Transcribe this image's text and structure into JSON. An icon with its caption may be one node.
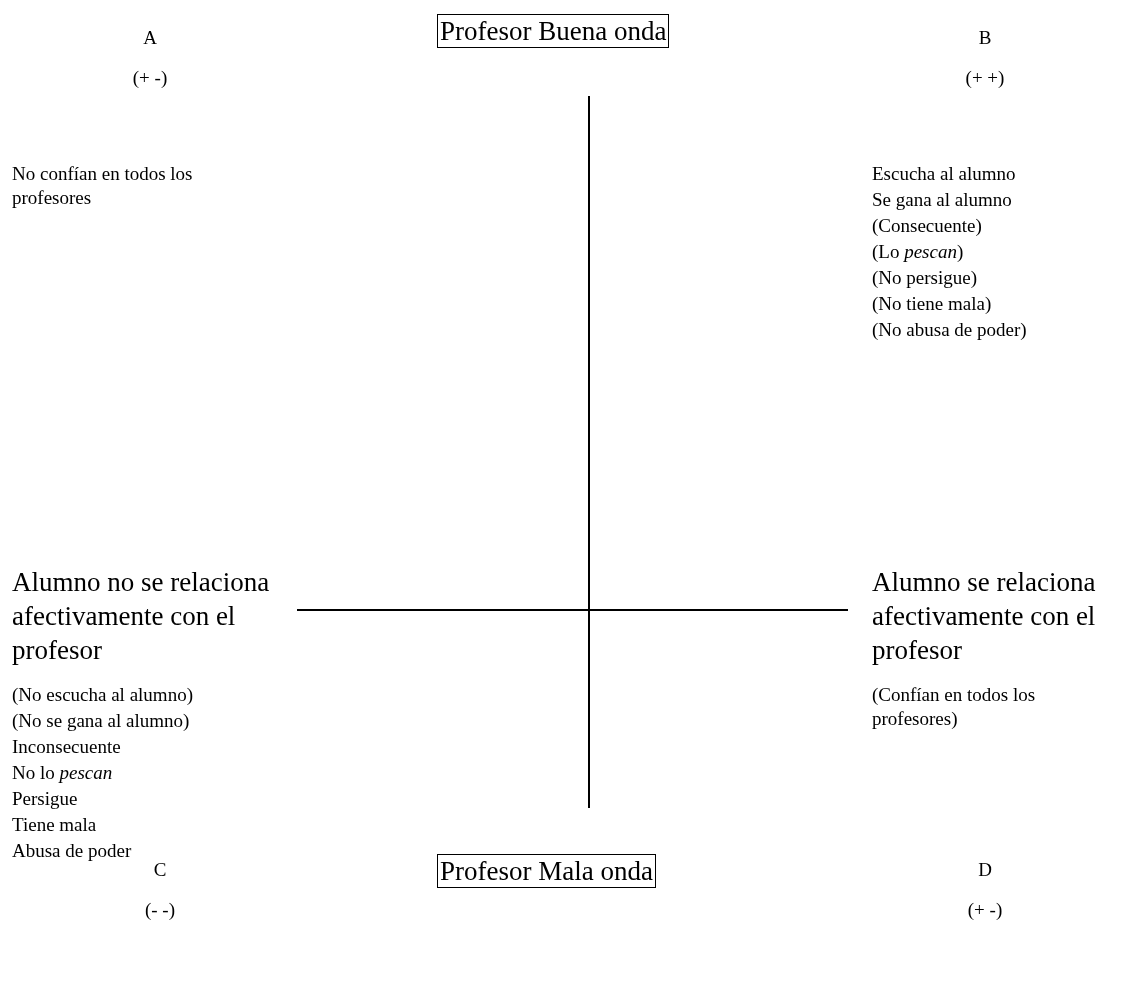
{
  "diagram": {
    "nodes": [
      {
        "text": [
          "Profesor Buena onda"
        ]
      },
      {
        "text": [
          "Profesor Mala onda"
        ]
      }
    ],
    "labels": [
      "A",
      "(+ -)",
      "B",
      "(+ +)",
      "No confían en todos los profesores",
      "Escucha al alumno",
      "Se gana al alumno",
      "(Consecuente)",
      "(Lo *pescan*)",
      "(No persigue)",
      "(No tiene mala)",
      "(No abusa de poder)",
      "Alumno no se relaciona afectivamente con el profesor",
      "Alumno se relaciona afectivamente con el profesor",
      "(No escucha al alumno)",
      "(No se gana al alumno)",
      "Inconsecuente",
      "No lo *pescan*",
      "Persigue",
      "Tiene mala",
      "Abusa de poder",
      "(Confían en todos los profesores)",
      "C",
      "(- -)",
      "D",
      "(+ -)"
    ]
  }
}
